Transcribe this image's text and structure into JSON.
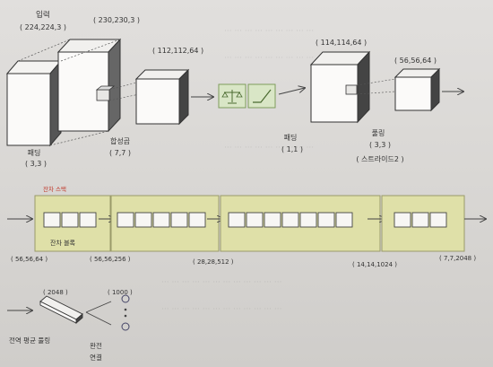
{
  "top": {
    "input_label": "입력",
    "input_dims": "( 224,224,3 )",
    "padded_dims": "( 230,230,3 )",
    "conv_out_dims": "( 112,112,64 )",
    "pad2_dims": "( 114,114,64 )",
    "pool_out_dims": "( 56,56,64 )",
    "pad1_label": "패딩",
    "pad1_value": "( 3,3 )",
    "conv_label": "합성곱",
    "conv_value": "( 7,7 )",
    "pad2_label": "패딩",
    "pad2_value": "( 1,1 )",
    "pool_label": "풀링",
    "pool_value": "( 3,3 )",
    "pool_stride": "( 스트라이드2 )"
  },
  "middle": {
    "stack_label": "잔차 스택",
    "block_label": "잔차 블록",
    "shapes": [
      "( 56,56,64 )",
      "( 56,56,256 )",
      "( 28,28,512 )",
      "( 14,14,1024 )",
      "( 7,7,2048 )"
    ]
  },
  "bottom": {
    "gap_dims": "( 2048 )",
    "fc_dims": "( 1000 )",
    "gap_label": "전역 평균 풀링",
    "fc_label_1": "완전",
    "fc_label_2": "연결"
  },
  "colors": {
    "stack_fill": "#dfe0a8",
    "stack_stroke": "#9a9a6a",
    "accent_red": "#c0392b",
    "bn_green": "#8aa868"
  }
}
